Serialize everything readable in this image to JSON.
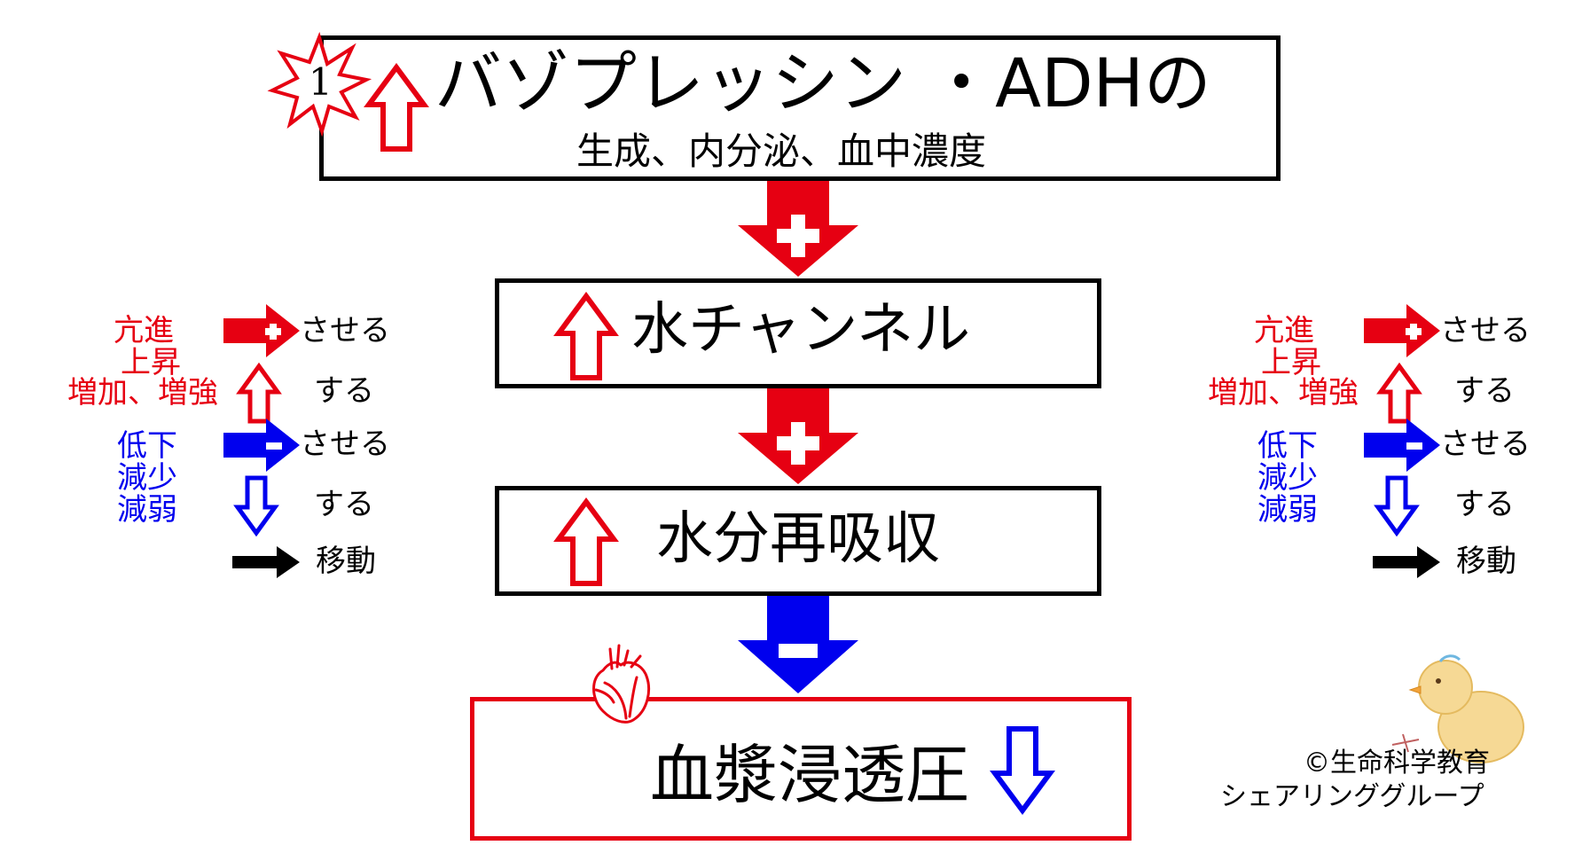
{
  "title_box": {
    "badge": "1",
    "main": "バゾプレッシン ・ADHの",
    "sub": "生成、内分泌、血中濃度"
  },
  "channel_box": {
    "label": "水チャンネル"
  },
  "reabsorb_box": {
    "label": "水分再吸収"
  },
  "osmotic_box": {
    "label": "血漿浸透圧"
  },
  "legend": {
    "increase_words": [
      "亢進",
      "上昇",
      "増加、増強"
    ],
    "decrease_words": [
      "低下",
      "減少",
      "減弱"
    ],
    "saseru": "させる",
    "suru": "する",
    "move": "移動"
  },
  "copyright": {
    "line1": "©生命科学教育",
    "line2": "シェアリンググループ"
  },
  "colors": {
    "red": "#e60012",
    "blue": "#0000ee",
    "black": "#000000"
  }
}
